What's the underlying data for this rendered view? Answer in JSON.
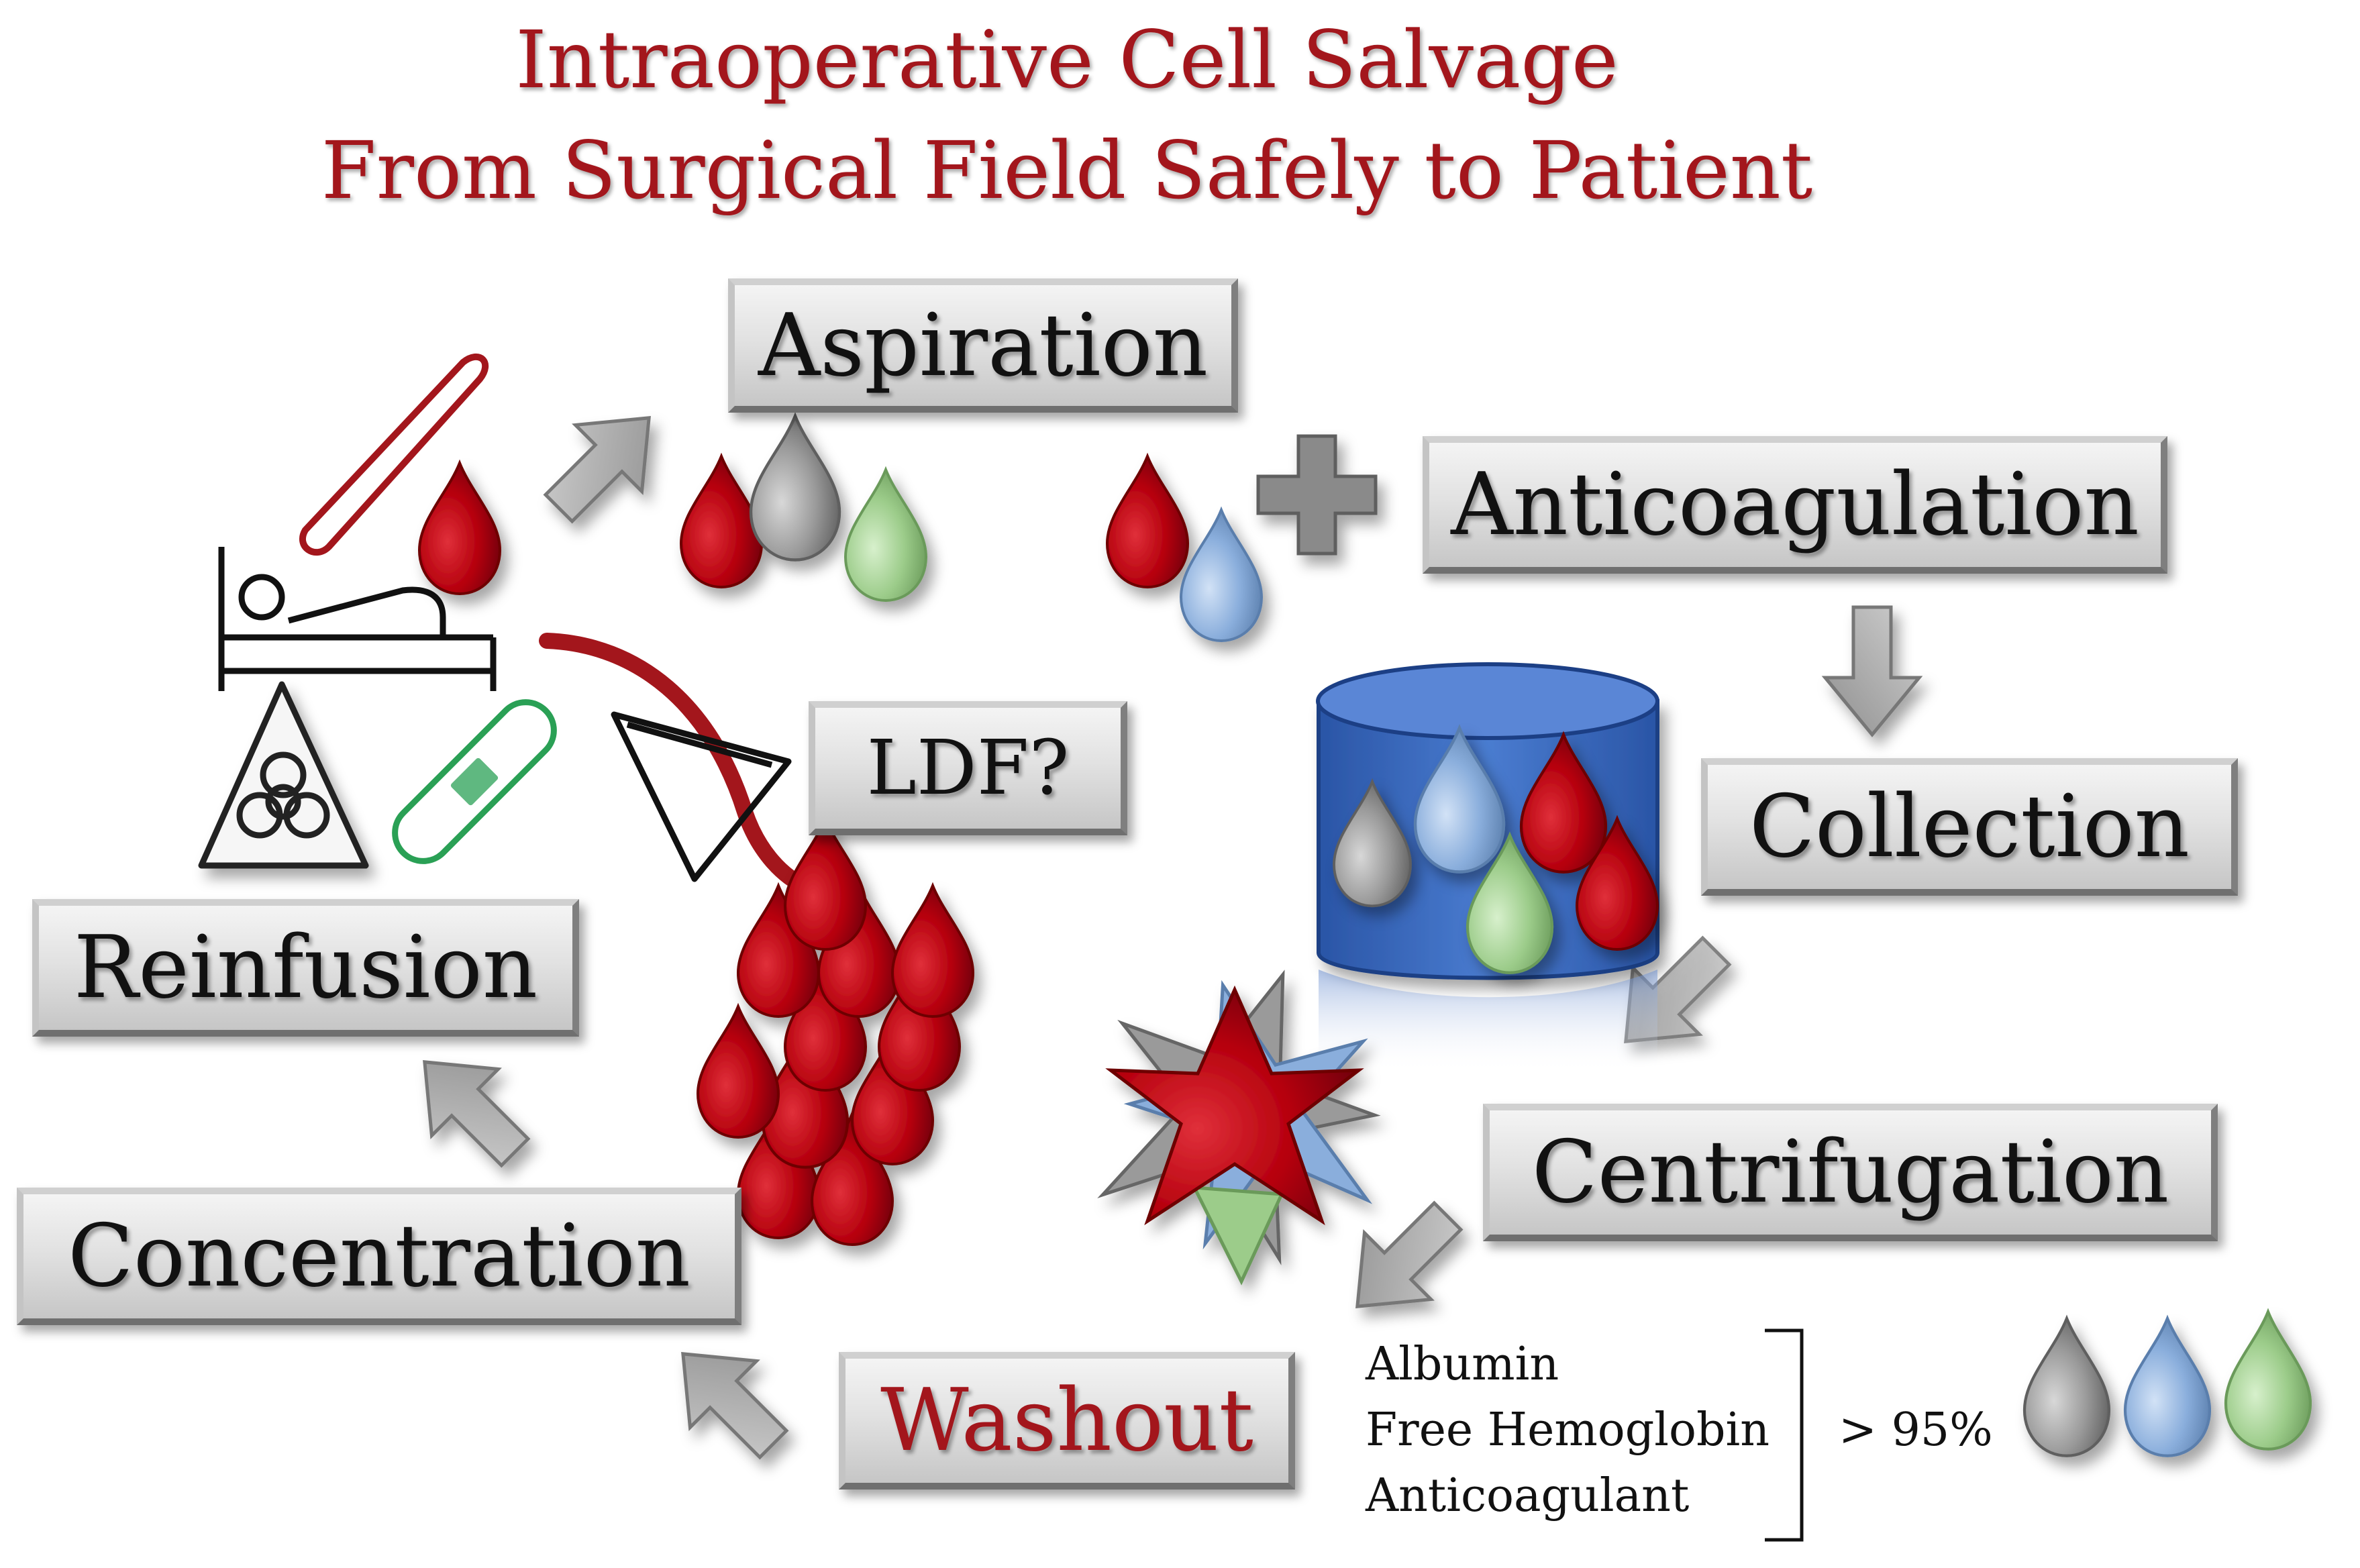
{
  "title": {
    "line1": "Intraoperative Cell Salvage",
    "line2": "From Surgical Field Safely to Patient"
  },
  "steps": {
    "aspiration": "Aspiration",
    "anticoagulation": "Anticoagulation",
    "collection": "Collection",
    "centrifugation": "Centrifugation",
    "washout": "Washout",
    "concentration": "Concentration",
    "reinfusion": "Reinfusion",
    "ldf": "LDF?"
  },
  "removed": {
    "items": [
      "Albumin",
      "Free Hemoglobin",
      "Anticoagulant"
    ],
    "percentage": "> 95%"
  },
  "colors": {
    "title_red": "#a3161c",
    "blood_red": "#b5000d",
    "gray_drop": "#9a9a9a",
    "green_drop": "#9ccc8a",
    "blue_drop": "#8aaedc",
    "canister_blue": "#3a6cc0",
    "bandage_green": "#2aa055"
  },
  "icons": [
    "scalpel-icon",
    "patient-bed-icon",
    "biohazard-icon",
    "bandage-icon",
    "plus-icon",
    "filter-icon",
    "blood-drop-icon"
  ]
}
